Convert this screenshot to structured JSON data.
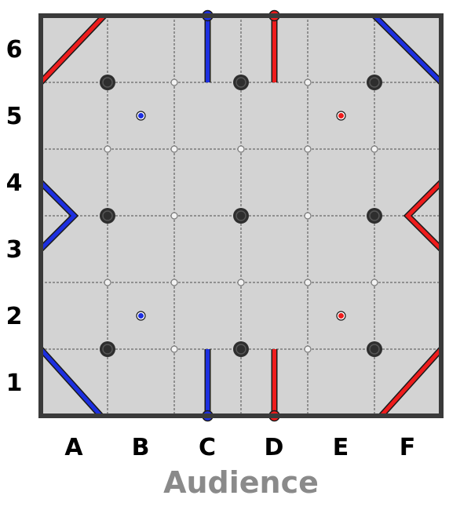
{
  "colors": {
    "tile": "#d3d3d3",
    "frame": "#3a3a3a",
    "tile_seam": "#7a7a7a",
    "red": "#ee1c1c",
    "blue": "#1c2fe0",
    "post": "#2e2e2e",
    "audience_text": "#8a8a8a"
  },
  "grid": {
    "columns": 6,
    "rows": 6
  },
  "labels": {
    "columns": [
      "A",
      "B",
      "C",
      "D",
      "E",
      "F"
    ],
    "rows": [
      "1",
      "2",
      "3",
      "4",
      "5",
      "6"
    ],
    "audience": "Audience"
  },
  "posts": [
    {
      "x": 1,
      "y": 1
    },
    {
      "x": 3,
      "y": 1
    },
    {
      "x": 5,
      "y": 1
    },
    {
      "x": 1,
      "y": 3
    },
    {
      "x": 3,
      "y": 3
    },
    {
      "x": 5,
      "y": 3
    },
    {
      "x": 1,
      "y": 5
    },
    {
      "x": 3,
      "y": 5
    },
    {
      "x": 5,
      "y": 5
    }
  ],
  "small_markers": [
    {
      "x": 1.5,
      "y": 1.5,
      "color": "blue"
    },
    {
      "x": 4.5,
      "y": 1.5,
      "color": "red"
    },
    {
      "x": 1.5,
      "y": 4.5,
      "color": "blue"
    },
    {
      "x": 4.5,
      "y": 4.5,
      "color": "red"
    }
  ],
  "tape_lines": [
    {
      "color": "red",
      "points": [
        [
          0,
          5
        ],
        [
          0.95,
          6
        ]
      ]
    },
    {
      "color": "blue",
      "points": [
        [
          5,
          6
        ],
        [
          6,
          5
        ]
      ]
    },
    {
      "color": "blue",
      "points": [
        [
          0,
          1
        ],
        [
          0.9,
          0
        ]
      ]
    },
    {
      "color": "red",
      "points": [
        [
          5.1,
          0
        ],
        [
          6,
          1
        ]
      ]
    },
    {
      "color": "blue",
      "points": [
        [
          0,
          3.5
        ],
        [
          0.5,
          3
        ],
        [
          0,
          2.5
        ]
      ]
    },
    {
      "color": "red",
      "points": [
        [
          6,
          3.5
        ],
        [
          5.5,
          3
        ],
        [
          6,
          2.5
        ]
      ]
    },
    {
      "color": "blue",
      "points": [
        [
          2.5,
          6
        ],
        [
          2.5,
          5
        ]
      ]
    },
    {
      "color": "red",
      "points": [
        [
          3.5,
          6
        ],
        [
          3.5,
          5
        ]
      ]
    },
    {
      "color": "blue",
      "points": [
        [
          2.5,
          0
        ],
        [
          2.5,
          1
        ]
      ]
    },
    {
      "color": "red",
      "points": [
        [
          3.5,
          0
        ],
        [
          3.5,
          1
        ]
      ]
    }
  ],
  "end_markers": [
    {
      "x": 2.5,
      "y": 6,
      "color": "blue"
    },
    {
      "x": 3.5,
      "y": 6,
      "color": "red"
    },
    {
      "x": 2.5,
      "y": 0,
      "color": "blue"
    },
    {
      "x": 3.5,
      "y": 0,
      "color": "red"
    }
  ]
}
